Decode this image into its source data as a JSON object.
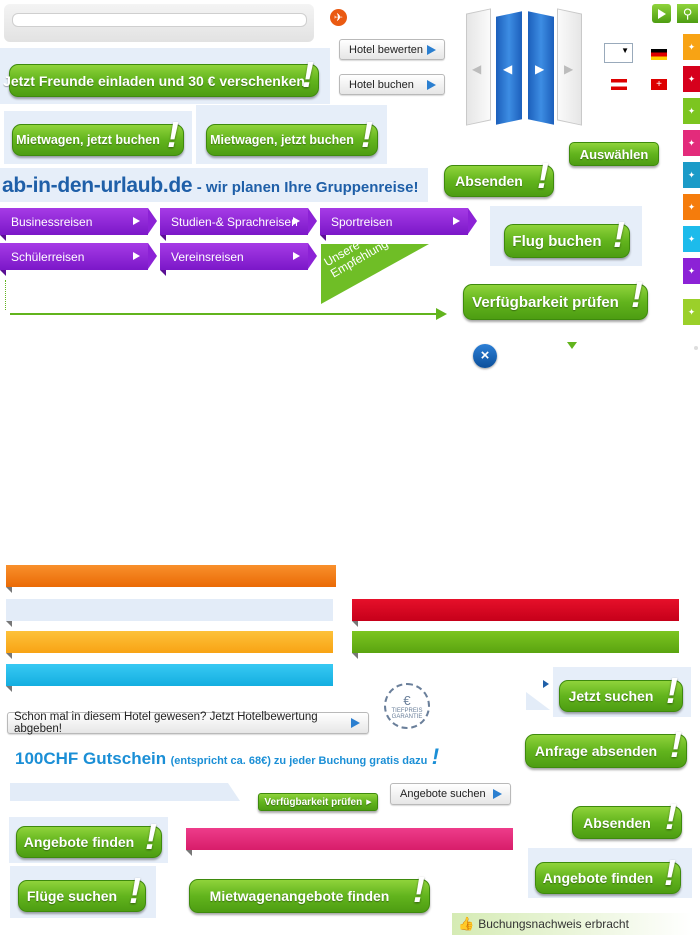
{
  "top": {
    "hotel_bewerten": "Hotel bewerten",
    "hotel_buchen": "Hotel buchen",
    "invite_label": "Jetzt Freunde einladen und 30 € verschenken",
    "mietwagen_1": "Mietwagen, jetzt buchen",
    "mietwagen_2": "Mietwagen, jetzt buchen",
    "auswaehlen": "Auswählen",
    "absenden_1": "Absenden",
    "flug_buchen": "Flug buchen",
    "verfuegbarkeit_large": "Verfügbarkeit prüfen"
  },
  "brand": {
    "domain": "ab-in-den-urlaub.de",
    "slogan": "- wir planen Ihre Gruppenreise!"
  },
  "tabs": [
    {
      "label": "Businessreisen"
    },
    {
      "label": "Studien-& Sprachreisen"
    },
    {
      "label": "Sportreisen"
    },
    {
      "label": "Schülerreisen"
    },
    {
      "label": "Vereinsreisen"
    }
  ],
  "recommendation": "Unsere Empfehlung",
  "bottom": {
    "hotel_prompt": "Schon mal in diesem Hotel gewesen? Jetzt Hotelbewertung abgeben!",
    "tiefpreis_badge": "TIEFPREIS GARANTIE",
    "jetzt_suchen": "Jetzt suchen",
    "anfrage_absenden": "Anfrage absenden",
    "gutschein_title": "100CHF Gutschein",
    "gutschein_sub": "(entspricht ca. 68€) zu jeder Buchung gratis dazu",
    "verfuegbarkeit_small": "Verfügbarkeit prüfen",
    "angebote_suchen": "Angebote suchen",
    "angebote_finden_1": "Angebote finden",
    "absenden_2": "Absenden",
    "angebote_finden_2": "Angebote finden",
    "fluege_suchen": "Flüge suchen",
    "mietwagenangebote": "Mietwagenangebote finden",
    "buchungsnachweis": "Buchungsnachweis erbracht"
  },
  "colors": {
    "green": "#62b41d",
    "purple": "#8c22d6",
    "orange": "#f57c0c",
    "light_blue": "#e6eef9",
    "red": "#d6001c",
    "yellow": "#fdb414",
    "cyan": "#1dbbeb",
    "pink": "#e32b7b",
    "brand_blue": "#1f5fa8"
  },
  "side_tab_colors": [
    "#f8a314",
    "#d6001c",
    "#7cc520",
    "#e32b7b",
    "#1b9bc8",
    "#f57c0c",
    "#1dbbeb",
    "#8c22d6",
    "#9bd02a"
  ],
  "icons": [
    "play-icon",
    "search-icon",
    "airplane-icon",
    "close-icon",
    "arrow-left-icon",
    "arrow-right-icon",
    "thumbs-up-icon",
    "euro-icon"
  ]
}
